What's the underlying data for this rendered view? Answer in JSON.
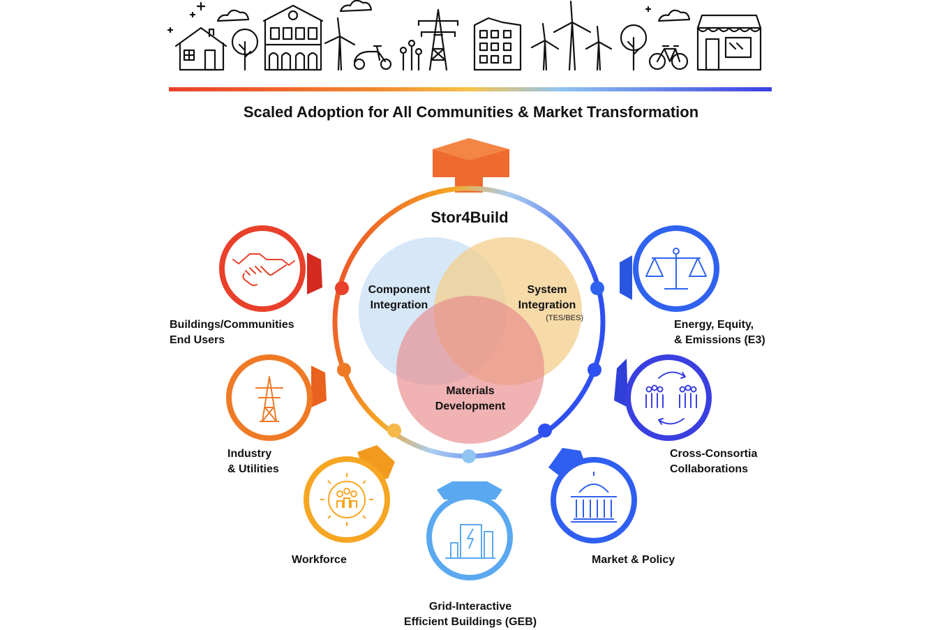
{
  "title": "Scaled Adoption for All Communities & Market Transformation",
  "center_title": "Stor4Build",
  "venn": {
    "component": [
      "Component",
      "Integration"
    ],
    "system": [
      "System",
      "Integration"
    ],
    "system_sub": "(TES/BES)",
    "materials": [
      "Materials",
      "Development"
    ]
  },
  "nodes": {
    "buildings": {
      "lines": [
        "Buildings/Communities",
        "End Users"
      ],
      "icon": "handshake-icon",
      "color": "#e8402a"
    },
    "industry": {
      "lines": [
        "Industry",
        "& Utilities"
      ],
      "icon": "power-tower-icon",
      "color": "#ef7a26"
    },
    "workforce": {
      "lines": [
        "Workforce"
      ],
      "icon": "gear-people-icon",
      "color": "#f6a623"
    },
    "geb": {
      "lines": [
        "Grid-Interactive",
        "Efficient Buildings (GEB)"
      ],
      "icon": "building-bolt-icon",
      "color": "#5aa8f0"
    },
    "market": {
      "lines": [
        "Market & Policy"
      ],
      "icon": "capitol-icon",
      "color": "#2f5ff0"
    },
    "cross": {
      "lines": [
        "Cross-Consortia",
        "Collaborations"
      ],
      "icon": "collaboration-icon",
      "color": "#3a3fe0"
    },
    "e3": {
      "lines": [
        "Energy, Equity,",
        "& Emissions (E3)"
      ],
      "icon": "scales-icon",
      "color": "#2f62ee"
    }
  },
  "skyline_icons": [
    "house-icon",
    "tree-icon",
    "town-hall-icon",
    "wind-turbine-icon",
    "scooter-icon",
    "flowers-icon",
    "power-tower-icon",
    "apartment-icon",
    "wind-turbines-icon",
    "tree-icon",
    "bicycle-icon",
    "shop-icon"
  ],
  "colors": {
    "red": "#e8402a",
    "orange": "#ef7a26",
    "yellow": "#f6a623",
    "light_blue": "#5aa8f0",
    "blue": "#2f5ff0",
    "indigo": "#3a3fe0"
  }
}
